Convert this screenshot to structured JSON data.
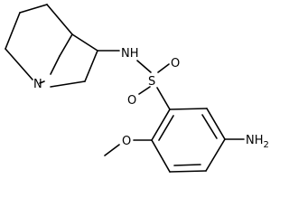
{
  "molecule": {
    "atoms": {
      "quinuclidine_n": "N",
      "sulfonamide_nh": "NH",
      "sulfur": "S",
      "oxygen_upper": "O",
      "oxygen_lower": "O",
      "methoxy_o": "O",
      "amino": "NH2"
    }
  }
}
